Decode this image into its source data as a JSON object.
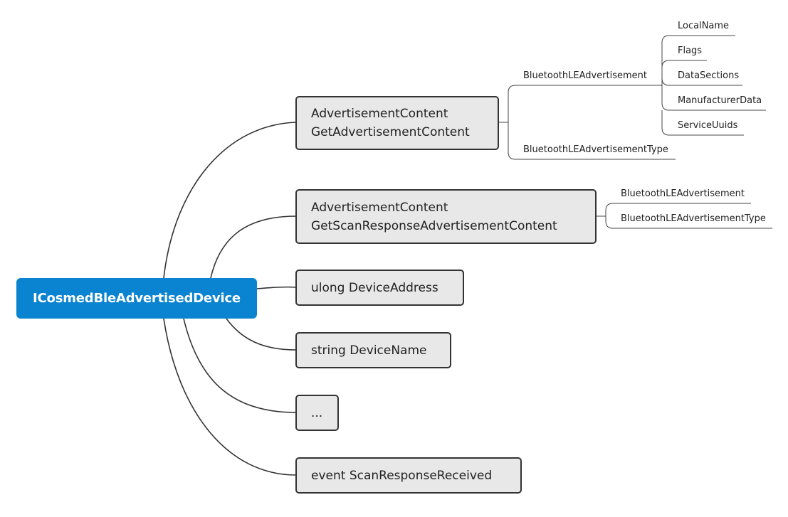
{
  "root": {
    "label": "ICosmedBleAdvertisedDevice"
  },
  "nodes": {
    "getAdvertisementContent": {
      "line1": "AdvertisementContent",
      "line2": "GetAdvertisementContent"
    },
    "getScanResponseAdvertisementContent": {
      "line1": "AdvertisementContent",
      "line2": "GetScanResponseAdvertisementContent"
    },
    "deviceAddress": {
      "label": "ulong DeviceAddress"
    },
    "deviceName": {
      "label": "string DeviceName"
    },
    "ellipsis": {
      "label": "..."
    },
    "scanResponseReceived": {
      "label": "event ScanResponseReceived"
    }
  },
  "branch1": {
    "advertisement": "BluetoothLEAdvertisement",
    "advertisementType": "BluetoothLEAdvertisementType",
    "advertisementFields": [
      "LocalName",
      "Flags",
      "DataSections",
      "ManufacturerData",
      "ServiceUuids"
    ]
  },
  "branch2": {
    "advertisement": "BluetoothLEAdvertisement",
    "advertisementType": "BluetoothLEAdvertisementType"
  },
  "colors": {
    "root": "#0a84d0",
    "node_fill": "#e8e8e8",
    "node_border": "#333333",
    "line": "#333333"
  }
}
